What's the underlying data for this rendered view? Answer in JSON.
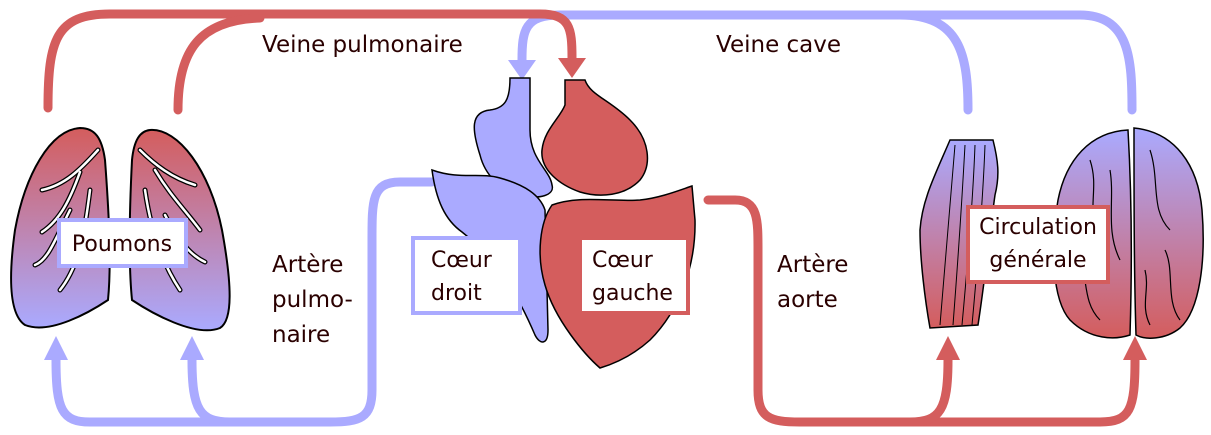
{
  "labels": {
    "veine_pulmonaire": "Veine pulmonaire",
    "veine_cave": "Veine cave",
    "artere_pulmonaire": [
      "Artère",
      "pulmo-",
      "naire"
    ],
    "artere_aorte": [
      "Artère",
      "aorte"
    ]
  },
  "boxes": {
    "poumons": "Poumons",
    "coeur_droit": [
      "Cœur",
      "droit"
    ],
    "coeur_gauche": [
      "Cœur",
      "gauche"
    ],
    "circulation": [
      "Circulation",
      "générale"
    ]
  },
  "colors": {
    "oxygenated": "#d45d5d",
    "deoxygenated": "#aaaaff",
    "outline": "#000000",
    "text": "#2a0000"
  }
}
